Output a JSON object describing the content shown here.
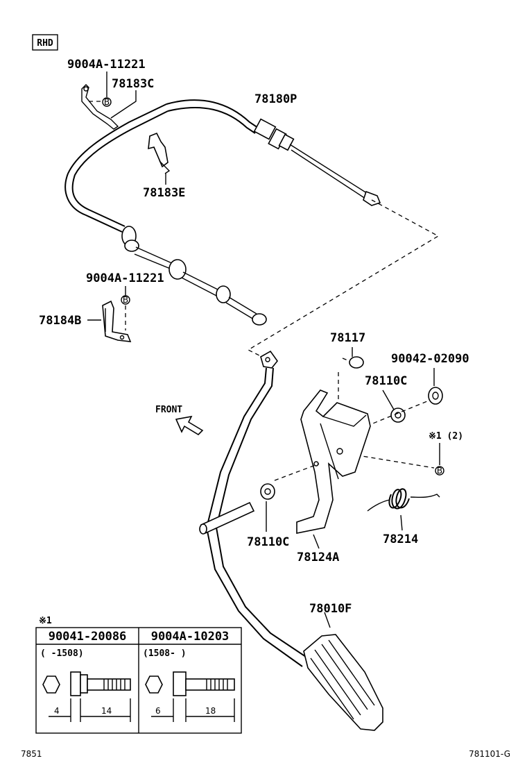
{
  "badge": "RHD",
  "labels": {
    "bolt_top": "9004A-11221",
    "clip_top": "78183C",
    "cable": "78180P",
    "clamp_mid": "78183E",
    "bolt_mid": "9004A-11221",
    "bracket_left": "78184B",
    "stopper": "78117",
    "nut": "90042-02090",
    "bushing_right": "78110C",
    "note_ref": "※1 (2)",
    "bushing_left": "78110C",
    "bracket_main": "78124A",
    "spring": "78214",
    "pedal": "78010F",
    "front": "FRONT"
  },
  "marker": "B",
  "table": {
    "note_mark": "※1",
    "col1": {
      "part": "90041-20086",
      "range": "(    -1508)",
      "dim_a": "4",
      "dim_b": "14"
    },
    "col2": {
      "part": "9004A-10203",
      "range": "(1508-    )",
      "dim_a": "6",
      "dim_b": "18"
    }
  },
  "footer": {
    "left": "7851",
    "right": "781101-G"
  }
}
